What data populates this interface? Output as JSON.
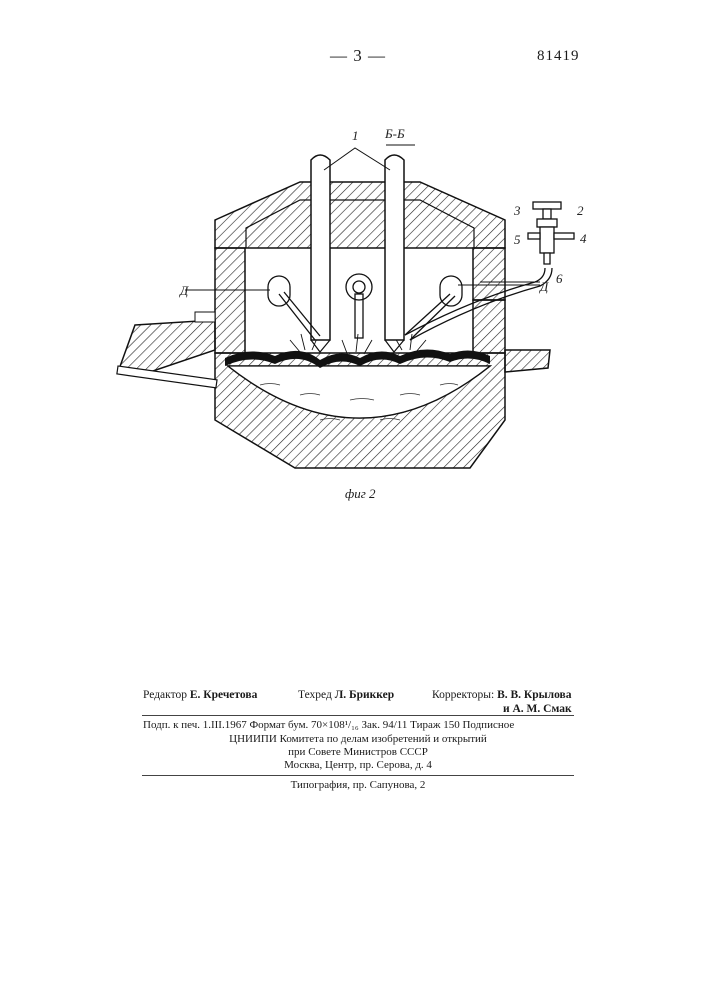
{
  "header": {
    "page_number": "— 3 —",
    "patent_number": "81419"
  },
  "figure": {
    "section_label": "Б-Б",
    "callouts": {
      "c1": "1",
      "c2": "2",
      "c3": "3",
      "c4": "4",
      "c5": "5",
      "c6": "6",
      "d_left": "Д",
      "d_right": "Д"
    },
    "caption": "фиг 2"
  },
  "credits": {
    "editor_label": "Редактор",
    "editor_name": "Е. Кречетова",
    "tech_label": "Техред",
    "tech_name": "Л. Бриккер",
    "correctors_label": "Корректоры:",
    "corrector1": "В. В. Крылова",
    "corrector2": "и А. М. Смак"
  },
  "imprint": {
    "line1": "Подп. к печ. 1.III.1967   Формат бум. 70×108¹/₁₆   Зак. 94/11   Тираж 150   Подписное",
    "line2": "ЦНИИПИ Комитета по делам изобретений и открытий",
    "line3": "при Совете Министров СССР",
    "line4": "Москва, Центр, пр. Серова, д. 4",
    "printer": "Типография, пр. Сапунова, 2"
  }
}
